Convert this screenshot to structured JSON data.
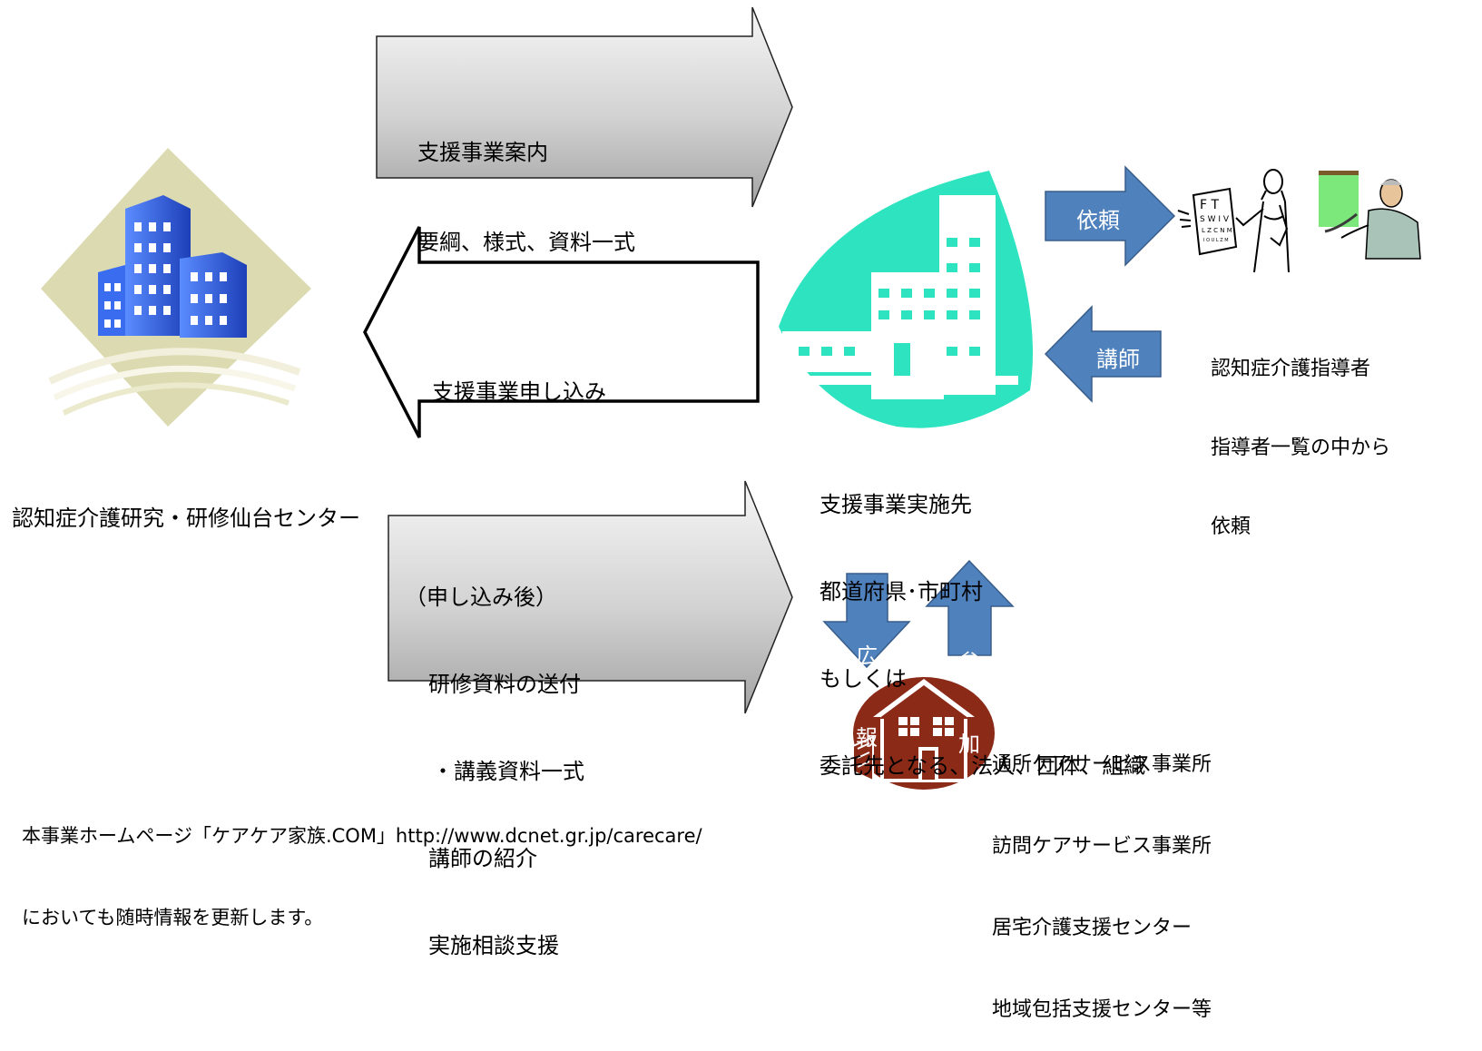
{
  "center_name": "認知症介護研究・研修仙台センター",
  "flow_top": {
    "line1": "支援事業案内",
    "line2": "要綱、様式、資料一式"
  },
  "flow_middle": {
    "text": "支援事業申し込み"
  },
  "flow_bottom": {
    "line1": "（申し込み後）",
    "line2": "研修資料の送付",
    "line3": "・講義資料一式",
    "line4": "講師の紹介",
    "line5": "実施相談支援"
  },
  "implementer": {
    "line1": "支援事業実施先",
    "line2": "都道府県･市町村",
    "line3": "もしくは",
    "line4": "委託先となる、法人、団体、組織"
  },
  "request_arrow": "依頼",
  "lecturer_arrow": "講師",
  "instructor": {
    "line1": "認知症介護指導者",
    "line2": "指導者一覧の中から",
    "line3": "依頼"
  },
  "promotion_arrow": {
    "c1": "広",
    "c2": "報"
  },
  "participation_arrow": {
    "c1": "参",
    "c2": "加"
  },
  "facilities": {
    "line1": "通所ケアサービス事業所",
    "line2": "訪問ケアサービス事業所",
    "line3": "居宅介護支援センター",
    "line4": "地域包括支援センター等"
  },
  "eye_chart": {
    "l1": "F T",
    "l2": "S W I V",
    "l3": "L Z C N M",
    "l4": "I O U L Z M"
  },
  "footer": {
    "line1": "本事業ホームページ「ケアケア家族.COM」http://www.dcnet.gr.jp/carecare/",
    "line2": "においても随時情報を更新します。"
  },
  "colors": {
    "blue_arrow": "#4f81bd",
    "teal_building": "#2ee3bf",
    "house_brown": "#8b2a17",
    "building_blue": "#2e5ce6",
    "tan_diamond": "#dcdab0",
    "gray_gradient_light": "#f4f4f4",
    "gray_gradient_dark": "#a6a6a6"
  }
}
